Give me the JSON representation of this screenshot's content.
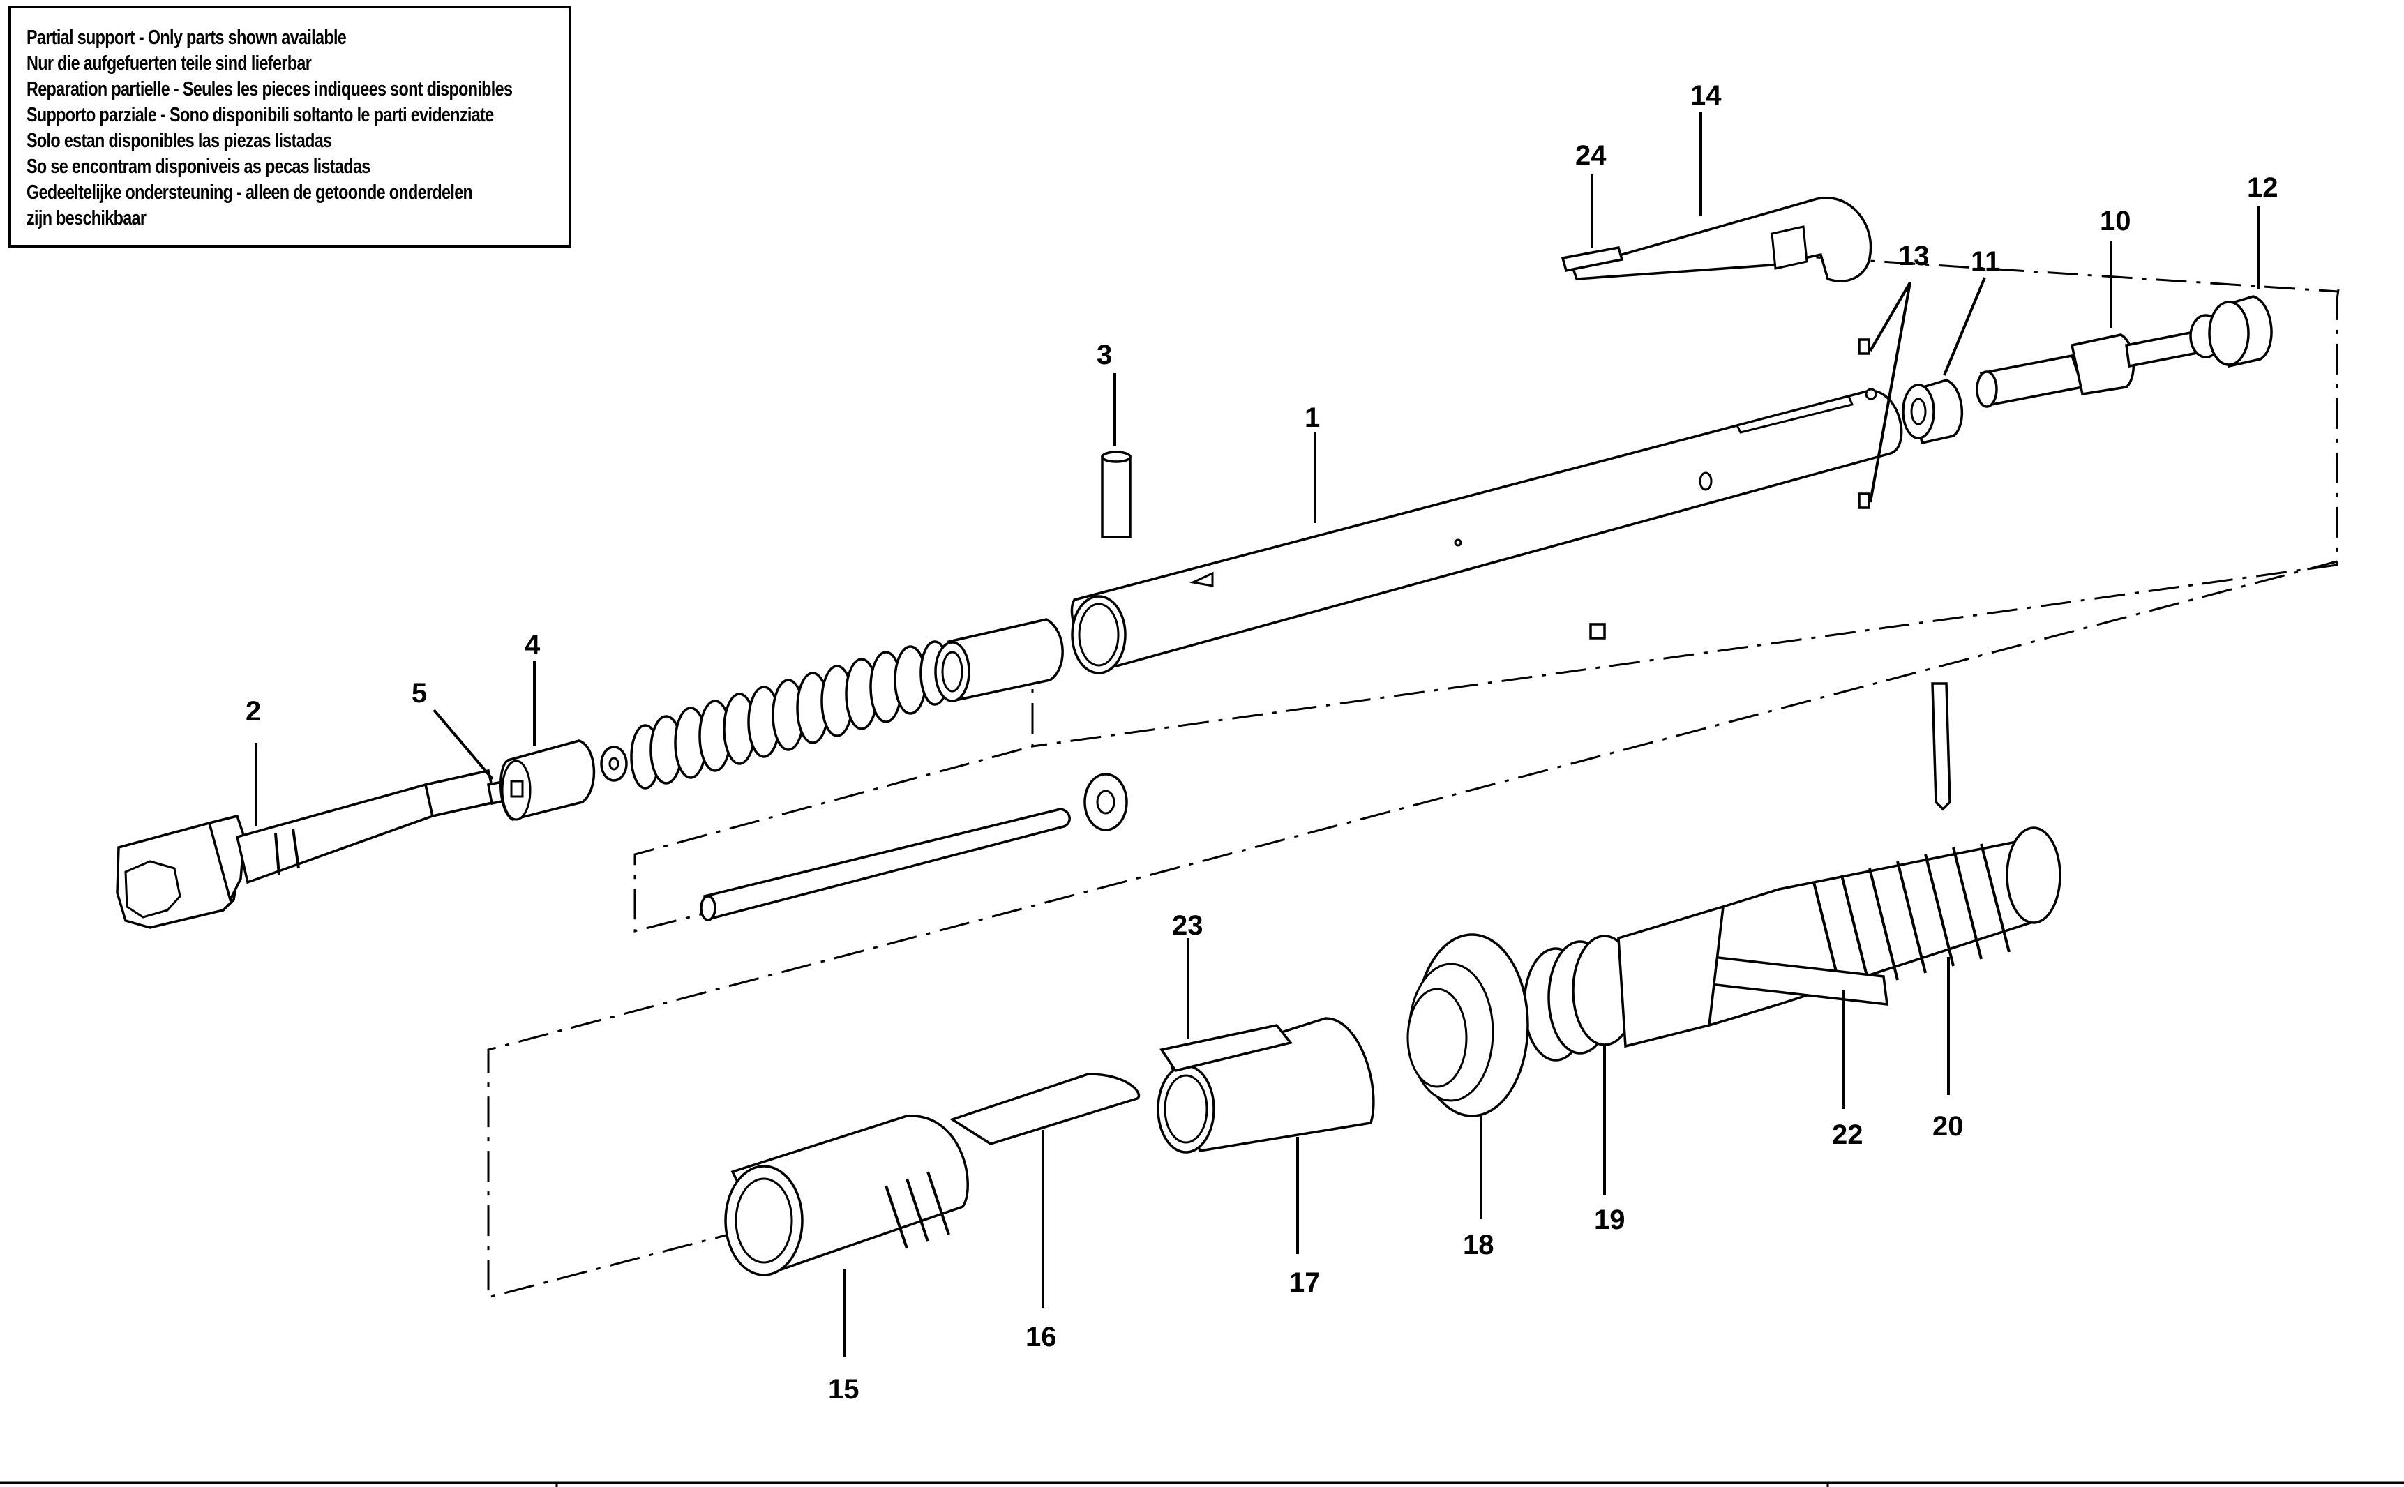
{
  "notice": {
    "lines": [
      "Partial support - Only parts shown available",
      "Nur die aufgefuerten teile sind lieferbar",
      "Reparation partielle - Seules les pieces indiquees sont disponibles",
      "Supporto parziale - Sono disponibili soltanto le parti evidenziate",
      "Solo estan disponibles las piezas listadas",
      "So se encontram disponiveis as pecas listadas",
      "Gedeeltelijke ondersteuning - alleen de getoonde onderdelen",
      "zijn beschikbaar"
    ]
  },
  "callouts": {
    "p1": "1",
    "p2": "2",
    "p3": "3",
    "p4": "4",
    "p5": "5",
    "p10": "10",
    "p11": "11",
    "p12": "12",
    "p13": "13",
    "p14": "14",
    "p15": "15",
    "p16": "16",
    "p17": "17",
    "p18": "18",
    "p19": "19",
    "p20": "20",
    "p22": "22",
    "p23": "23",
    "p24": "24"
  }
}
